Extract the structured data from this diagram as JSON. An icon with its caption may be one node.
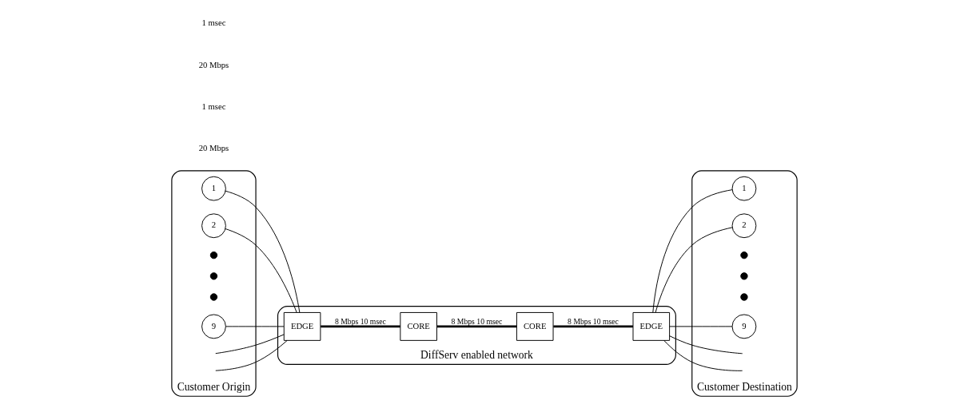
{
  "diagram": {
    "nodes": [
      {
        "text": [
          "Customer Origin"
        ]
      },
      {
        "text": [
          "1"
        ],
        "in": 0
      },
      {
        "text": [
          "2"
        ],
        "in": 0
      },
      {
        "text": [],
        "shape": "dot",
        "in": 0
      },
      {
        "text": [],
        "shape": "dot",
        "in": 0
      },
      {
        "text": [],
        "shape": "dot",
        "in": 0
      },
      {
        "text": [
          "9"
        ],
        "in": 0
      },
      {
        "text": [
          "DiffServ enabled network"
        ]
      },
      {
        "text": [
          "EDGE"
        ],
        "in": 7
      },
      {
        "text": [
          "CORE"
        ],
        "in": 7
      },
      {
        "text": [
          "CORE"
        ],
        "in": 7
      },
      {
        "text": [
          "EDGE"
        ],
        "in": 7
      },
      {
        "text": [
          "Customer Destination"
        ]
      },
      {
        "text": [
          "1"
        ],
        "in": 12
      },
      {
        "text": [
          "2"
        ],
        "in": 12
      },
      {
        "text": [],
        "shape": "dot",
        "in": 12
      },
      {
        "text": [],
        "shape": "dot",
        "in": 12
      },
      {
        "text": [],
        "shape": "dot",
        "in": 12
      },
      {
        "text": [
          "9"
        ],
        "in": 12
      }
    ],
    "edges": [
      {
        "from": 1,
        "to": 8,
        "arrow": "none"
      },
      {
        "from": 2,
        "to": 8,
        "arrow": "none"
      },
      {
        "from": null,
        "to": 8,
        "arrow": "none"
      },
      {
        "from": null,
        "to": 8,
        "arrow": "none"
      },
      {
        "from": 6,
        "to": 8,
        "arrow": "none"
      },
      {
        "from": 8,
        "to": 9,
        "arrow": "none",
        "label": "8 Mbps 10 msec",
        "style": "thick"
      },
      {
        "from": 9,
        "to": 10,
        "arrow": "none",
        "label": "8 Mbps 10 msec",
        "style": "thick"
      },
      {
        "from": 10,
        "to": 11,
        "arrow": "none",
        "label": "8 Mbps 10 msec",
        "style": "thick"
      },
      {
        "from": 11,
        "to": 13,
        "arrow": "none"
      },
      {
        "from": 11,
        "to": 14,
        "arrow": "none"
      },
      {
        "from": 11,
        "to": null,
        "arrow": "none"
      },
      {
        "from": 11,
        "to": null,
        "arrow": "none"
      },
      {
        "from": 11,
        "to": 18,
        "arrow": "none"
      }
    ],
    "labels": [
      "20 Mbps",
      "1 msec",
      "20 Mbps",
      "1 msec"
    ]
  }
}
